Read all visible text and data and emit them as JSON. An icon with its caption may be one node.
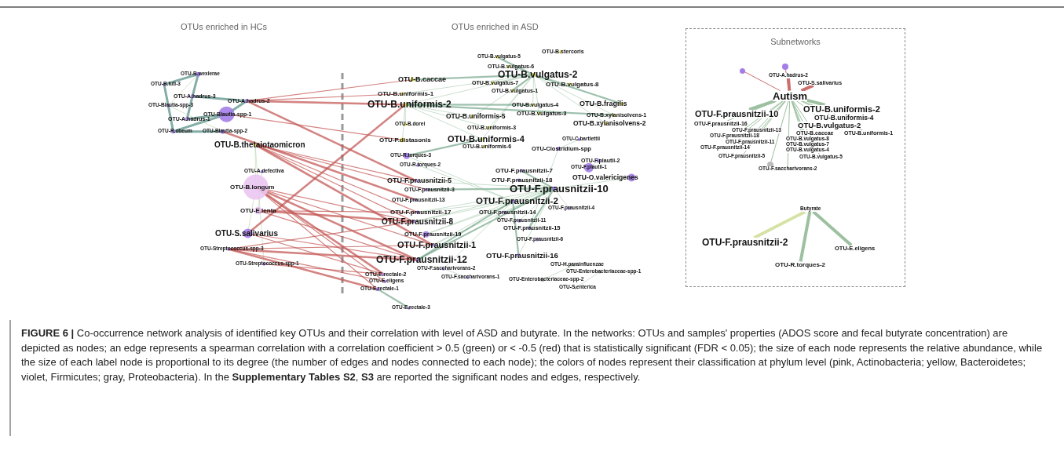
{
  "diagram": {
    "caption": "**FIGURE 6 |** Co-occurrence network analysis of identified key OTUs and their correlation with level of ASD and butyrate. In the networks: OTUs and samples' properties (ADOS score and fecal butyrate concentration) are depicted as nodes; an edge represents a spearman correlation with a correlation coefficient > 0.5 (green) or < -0.5 (red) that is statistically significant (FDR < 0.05); the size of each node represents the relative abundance, while the size of each label node is proportional to its degree (the number of edges and nodes connected to each node); the colors of nodes represent their classification at phylum level (pink, Actinobacteria; yellow, Bacteroidetes; violet, Firmicutes; gray, Proteobacteria). In the **Supplementary Tables S2**, **S3** are reported the significant nodes and edges, respectively.",
    "nodes": [
      {
        "text": [
          "Subnetworks"
        ]
      },
      {
        "text": [],
        "shape": "circle",
        "in": 0
      },
      {
        "text": [],
        "shape": "circle",
        "in": 0
      },
      {
        "text": [
          "OTU-A.hadrus-2"
        ],
        "in": 0
      },
      {
        "text": [
          "OTU-S.salivarius"
        ],
        "in": 0
      },
      {
        "text": [
          "Autism"
        ],
        "in": 0
      },
      {
        "text": [
          "OTU-F.prausnitzii-10"
        ],
        "in": 0
      },
      {
        "text": [
          "OTU-B.uniformis-2"
        ],
        "in": 0
      },
      {
        "text": [
          "OTU-B.uniformis-4"
        ],
        "in": 0
      },
      {
        "text": [
          "OTU-F.prausnitzii-16"
        ],
        "in": 0
      },
      {
        "text": [
          "OTU-B.vulgatus-2"
        ],
        "in": 0
      },
      {
        "text": [
          "OTU-F.prausnitzii-13"
        ],
        "in": 0
      },
      {
        "text": [
          "OTU-B.caccae"
        ],
        "in": 0
      },
      {
        "text": [
          "OTU-B.uniformis-1"
        ],
        "in": 0
      },
      {
        "text": [
          "OTU-F.prausnitzii-18"
        ],
        "in": 0
      },
      {
        "text": [
          "OTU-B.vulgatus-8"
        ],
        "in": 0
      },
      {
        "text": [
          "OTU-F.prausnitzii-11"
        ],
        "in": 0
      },
      {
        "text": [
          "OTU-B.vulgatus-7"
        ],
        "in": 0
      },
      {
        "text": [
          "OTU-F.prausnitzii-14"
        ],
        "in": 0
      },
      {
        "text": [
          "OTU-B.vulgatus-4"
        ],
        "in": 0
      },
      {
        "text": [
          "OTU-F.prausnitzii-5"
        ],
        "in": 0
      },
      {
        "text": [
          "OTU-B.vulgatus-5"
        ],
        "in": 0
      },
      {
        "text": [],
        "shape": "circle",
        "in": 0
      },
      {
        "text": [
          "OTU-F.saccharivorans-2"
        ],
        "in": 0
      },
      {
        "text": [
          "Butyrate"
        ],
        "in": 0
      },
      {
        "text": [
          "OTU-F.prausnitzii-2"
        ],
        "in": 0
      },
      {
        "text": [
          "OTU-E.eligens"
        ],
        "in": 0
      },
      {
        "text": [
          "OTU-R.torques-2"
        ],
        "in": 0
      }
    ],
    "edges": [
      {
        "from": 5,
        "to": 1,
        "arrow": "none",
        "color": "#c9706d"
      },
      {
        "from": 5,
        "to": 2,
        "arrow": "none",
        "color": "#c9706d"
      },
      {
        "from": 5,
        "to": 3,
        "arrow": "none",
        "color": "#c9706d",
        "style": "thick"
      },
      {
        "from": 5,
        "to": 4,
        "arrow": "none",
        "color": "#c9706d",
        "style": "thick"
      },
      {
        "from": 5,
        "to": 6,
        "arrow": "none",
        "style": "thick"
      },
      {
        "from": 5,
        "to": 7,
        "arrow": "none",
        "style": "thick"
      },
      {
        "from": 5,
        "to": 8,
        "arrow": "none"
      },
      {
        "from": 5,
        "to": 9,
        "arrow": "none"
      },
      {
        "from": 5,
        "to": 10,
        "arrow": "none"
      },
      {
        "from": 5,
        "to": 11,
        "arrow": "none"
      },
      {
        "from": 5,
        "to": 12,
        "arrow": "none"
      },
      {
        "from": 5,
        "to": 13,
        "arrow": "none"
      },
      {
        "from": 5,
        "to": 14,
        "arrow": "none"
      },
      {
        "from": 5,
        "to": 15,
        "arrow": "none"
      },
      {
        "from": 5,
        "to": 16,
        "arrow": "none"
      },
      {
        "from": 5,
        "to": 17,
        "arrow": "none"
      },
      {
        "from": 5,
        "to": 18,
        "arrow": "none"
      },
      {
        "from": 5,
        "to": 19,
        "arrow": "none"
      },
      {
        "from": 5,
        "to": 20,
        "arrow": "none"
      },
      {
        "from": 5,
        "to": 21,
        "arrow": "none"
      },
      {
        "from": 5,
        "to": 22,
        "arrow": "none"
      },
      {
        "from": 5,
        "to": 23,
        "arrow": "none"
      },
      {
        "from": 24,
        "to": 25,
        "arrow": "none",
        "color": "#d6e2a4",
        "style": "thick"
      },
      {
        "from": 24,
        "to": 26,
        "arrow": "none",
        "style": "thick"
      },
      {
        "from": 24,
        "to": 27,
        "arrow": "none",
        "style": "thick"
      }
    ],
    "labels": [
      "OTUs enriched in HCs",
      "OTUs enriched in ASD",
      "OTU-B.wexlerae",
      "OTU-B.luti-3",
      "OTU-A.hadrus-3",
      "OTU-A.hadrus-2",
      "OTU-Blautia-spp-3",
      "OTU-Blautia-spp-1",
      "OTU-A.hadrus-1",
      "OTU-R.obeum",
      "OTU-Blautia-spp-2",
      "OTU-B.thetaiotaomicron",
      "OTU-A.defectiva",
      "OTU-B.longum",
      "OTU-E.lenta",
      "OTU-S.salivarius",
      "OTU-Streptococcus-spp-3",
      "OTU-Streptococcus-spp-1",
      "OTU-B.vulgatus-5",
      "OTU-B.stercoris",
      "OTU-B.vulgatus-6",
      "OTU-B.vulgatus-2",
      "OTU-B.caccae",
      "OTU-B.vulgatus-7",
      "OTU-B.vulgatus-8",
      "OTU-B.vulgatus-1",
      "OTU-B.uniformis-1",
      "OTU-B.uniformis-2",
      "OTU-B.vulgatus-4",
      "OTU-B.fragilis",
      "OTU-B.uniformis-5",
      "OTU-B.vulgatus-3",
      "OTU-B.xylanisolvens-1",
      "OTU-B.xylanisolvens-2",
      "OTU-B.dorei",
      "OTU-B.uniformis-3",
      "OTU-P.distasonis",
      "OTU-B.uniformis-4",
      "OTU-C.bartlettii",
      "OTU-B.uniformis-6",
      "OTU-Clostridium-spp",
      "OTU-R.torques-3",
      "OTU-F.plautii-2",
      "OTU-R.torques-2",
      "OTU-F.plautii-1",
      "OTU-F.prausnitzii-7",
      "OTU-F.prausnitzii-5",
      "OTU-F.prausnitzii-18",
      "OTU-O.valericigenes",
      "OTU-F.prausnitzii-10",
      "OTU-F.prausnitzii-3",
      "OTU-F.prausnitzii-13",
      "OTU-F.prausnitzii-2",
      "OTU-F.prausnitzii-4",
      "OTU-F.prausnitzii-17",
      "OTU-F.prausnitzii-14",
      "OTU-F.prausnitzii-8",
      "OTU-F.prausnitzii-11",
      "OTU-F.prausnitzii-15",
      "OTU-F.prausnitzii-19",
      "OTU-F.prausnitzii-6",
      "OTU-F.prausnitzii-1",
      "OTU-F.prausnitzii-16",
      "OTU-F.prausnitzii-12",
      "OTU-H.parainfluenzae",
      "OTU-F.saccharivorans-2",
      "OTU-Enterobacteriaceae-spp-1",
      "OTU-E.rectale-2",
      "OTU-F.saccharivorans-1",
      "OTU-E.eligens",
      "OTU-Enterobacteriaceae-spp-2",
      "OTU-E.rectale-1",
      "OTU-S.enterica",
      "OTU-E.rectale-3"
    ]
  }
}
